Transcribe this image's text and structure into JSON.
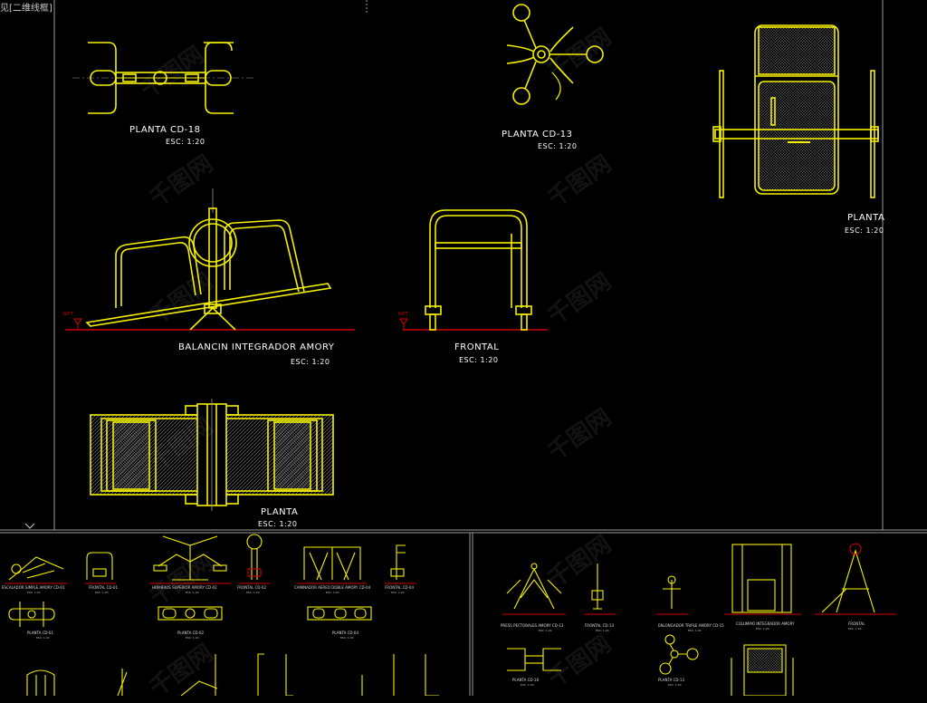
{
  "window": {
    "tab_title": "见[二维线框]"
  },
  "colors": {
    "line": "#f5f000",
    "ground": "#d00000",
    "hatch": "#8a8a8a",
    "bg": "#000000",
    "frame": "#9a9a9a"
  },
  "drawings": {
    "cd18": {
      "title": "PLANTA CD-18",
      "scale": "ESC: 1:20"
    },
    "cd13": {
      "title": "PLANTA CD-13",
      "scale": "ESC: 1:20"
    },
    "planta_right": {
      "title": "PLANTA",
      "scale": "ESC: 1:20"
    },
    "balancin": {
      "title": "BALANCIN INTEGRADOR AMORY",
      "scale": "ESC: 1:20",
      "npt": "NPT"
    },
    "frontal": {
      "title": "FRONTAL",
      "scale": "ESC: 1:20",
      "npt": "NPT"
    },
    "planta_bottom": {
      "title": "PLANTA",
      "scale": "ESC: 1:20"
    }
  },
  "thumbnails_left": [
    {
      "title": "ESCALADOR SIMPLE AMORY CD-01",
      "scale": "ESC: 1:20"
    },
    {
      "title": "FRONTAL CD-01",
      "scale": "ESC: 1:20"
    },
    {
      "title": "HOMBROS SUPERIOR AMORY CD-02",
      "scale": "ESC: 1:20"
    },
    {
      "title": "FRONTAL CD-02",
      "scale": "ESC: 1:20"
    },
    {
      "title": "CAMINADOR AEREO DOBLE AMORY CD-04",
      "scale": "ESC: 1:20"
    },
    {
      "title": "FRONTAL CD-04",
      "scale": "ESC: 1:20"
    },
    {
      "title": "PLANTA CD-01",
      "scale": "ESC: 1:20"
    },
    {
      "title": "PLANTA CD-02",
      "scale": "ESC: 1:20"
    },
    {
      "title": "PLANTA CD-04",
      "scale": "ESC: 1:20"
    }
  ],
  "thumbnails_right": [
    {
      "title": "PRESS PECTORALES AMORY CD-13",
      "scale": "ESC: 1:20"
    },
    {
      "title": "FRONTAL CD-13",
      "scale": "ESC: 1:20"
    },
    {
      "title": "ENLONGADOR TRIPLE AMORY CD-15",
      "scale": "ESC: 1:20"
    },
    {
      "title": "COLUMPIO INTEGRADOR AMORY",
      "scale": "ESC: 1:20"
    },
    {
      "title": "FRONTAL",
      "scale": "ESC: 1:20"
    },
    {
      "title": "PLANTA CD-18",
      "scale": "ESC: 1:20"
    },
    {
      "title": "PLANTA CD-13",
      "scale": "ESC: 1:20"
    }
  ]
}
